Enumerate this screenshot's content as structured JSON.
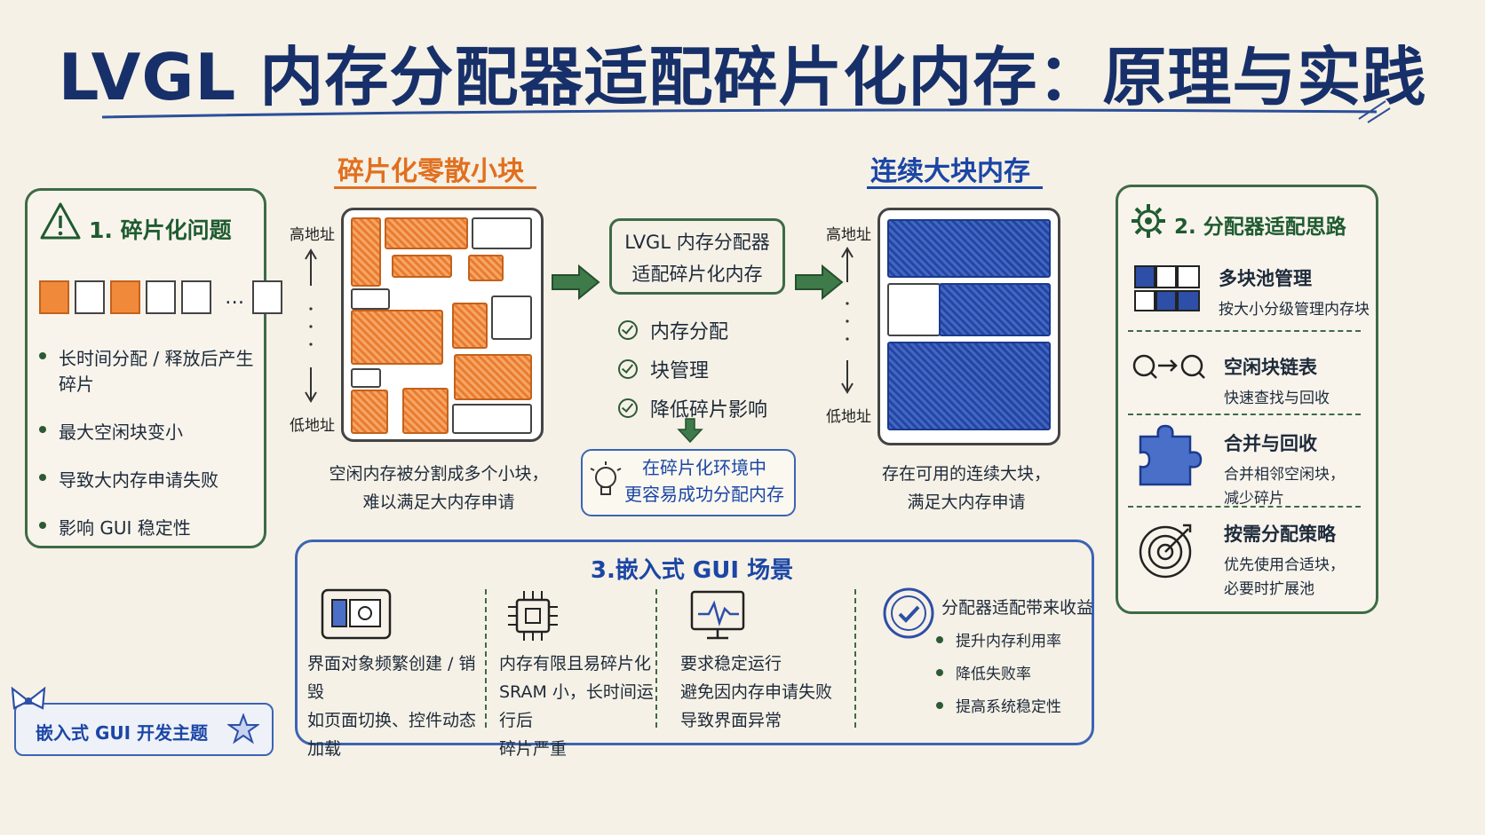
{
  "title": "LVGL 内存分配器适配碎片化内存：原理与实践",
  "left_panel": {
    "heading": "1. 碎片化问题",
    "ellipsis": "…",
    "bullets": [
      "长时间分配 / 释放后产生碎片",
      "最大空闲块变小",
      "导致大内存申请失败",
      "影响 GUI 稳定性"
    ]
  },
  "fragmented": {
    "heading": "碎片化零散小块",
    "high_addr": "高地址",
    "low_addr": "低地址",
    "caption_line1": "空闲内存被分割成多个小块，",
    "caption_line2": "难以满足大内存申请"
  },
  "center": {
    "box_line1": "LVGL 内存分配器",
    "box_line2": "适配碎片化内存",
    "checks": [
      "内存分配",
      "块管理",
      "降低碎片影响"
    ],
    "tip_line1": "在碎片化环境中",
    "tip_line2": "更容易成功分配内存"
  },
  "contiguous": {
    "heading": "连续大块内存",
    "high_addr": "高地址",
    "low_addr": "低地址",
    "caption_line1": "存在可用的连续大块，",
    "caption_line2": "满足大内存申请"
  },
  "right_panel": {
    "heading": "2. 分配器适配思路",
    "strategies": [
      {
        "title": "多块池管理",
        "desc": "按大小分级管理内存块",
        "icon": "block-pool-icon"
      },
      {
        "title": "空闲块链表",
        "desc": "快速查找与回收",
        "icon": "linked-list-icon"
      },
      {
        "title": "合并与回收",
        "desc_line1": "合并相邻空闲块，",
        "desc_line2": "减少碎片",
        "icon": "puzzle-icon"
      },
      {
        "title": "按需分配策略",
        "desc_line1": "优先使用合适块，",
        "desc_line2": "必要时扩展池",
        "icon": "target-icon"
      }
    ]
  },
  "bottom_panel": {
    "heading": "3.嵌入式 GUI 场景",
    "columns": [
      {
        "line1": "界面对象频繁创建 / 销毁",
        "line2": "如页面切换、控件动态加载",
        "icon": "screen-icon"
      },
      {
        "line1": "内存有限且易碎片化",
        "line2": "SRAM 小，长时间运行后",
        "line3": "碎片严重",
        "icon": "chip-icon"
      },
      {
        "line1": "要求稳定运行",
        "line2": "避免因内存申请失败",
        "line3": "导致界面异常",
        "icon": "monitor-wave-icon"
      }
    ],
    "benefits_title": "分配器适配带来收益",
    "benefits": [
      "提升内存利用率",
      "降低失败率",
      "提高系统稳定性"
    ]
  },
  "tag": {
    "label": "嵌入式 GUI 开发主题"
  },
  "colors": {
    "green": "#3d6b45",
    "orange": "#e0701f",
    "blue": "#1b46a6",
    "title": "#17306a",
    "paper": "#f6f1e6"
  }
}
